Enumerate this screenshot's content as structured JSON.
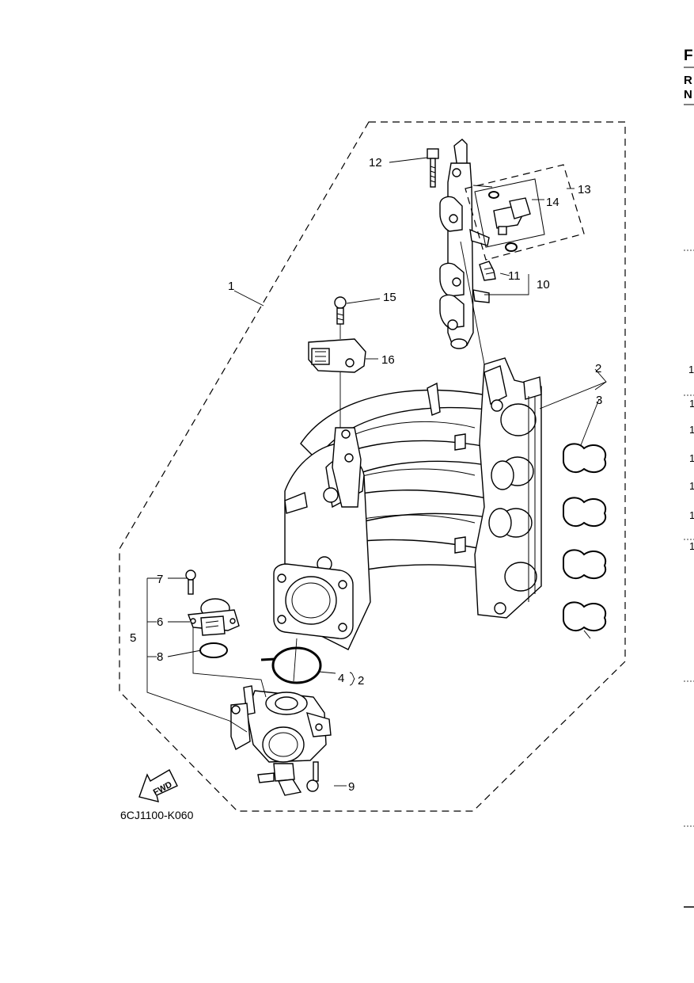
{
  "diagram": {
    "code": "6CJ1100-K060",
    "fwd_label": "FWD",
    "callouts": [
      "1",
      "2",
      "3",
      "4",
      "5",
      "6",
      "7",
      "8",
      "9",
      "10",
      "11",
      "12",
      "13",
      "14",
      "15",
      "16"
    ],
    "callout_2b": "2",
    "edge_header": [
      "F",
      "R",
      "N"
    ],
    "edge_numbers": [
      "1",
      "1",
      "1",
      "1",
      "1",
      "1",
      "1"
    ]
  }
}
